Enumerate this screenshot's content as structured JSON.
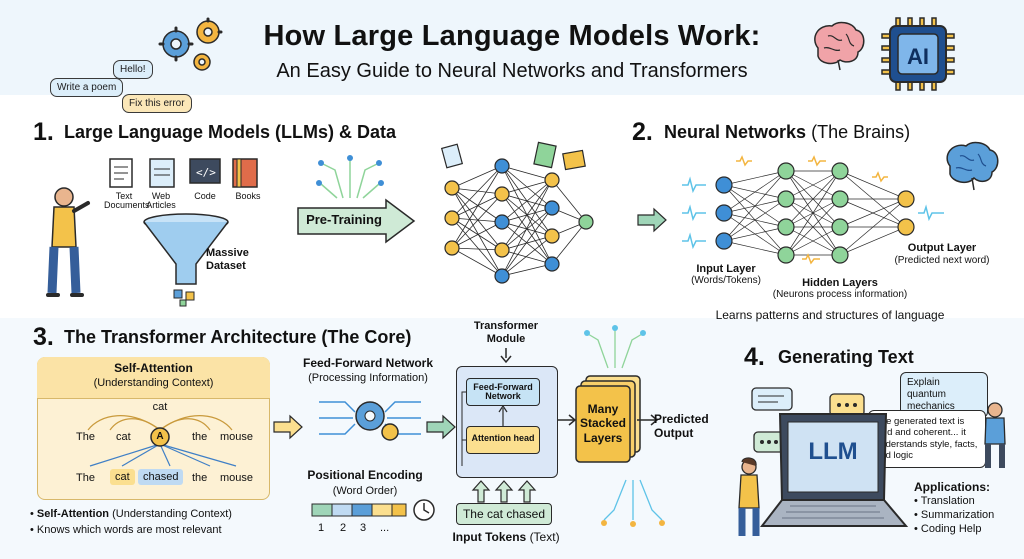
{
  "header": {
    "title": "How Large Language Models Work:",
    "subtitle": "An Easy Guide to Neural Networks and Transformers",
    "bubbles": [
      "Hello!",
      "Write a poem",
      "Fix this error"
    ],
    "chip_label": "AI"
  },
  "section1": {
    "number": "1.",
    "title": "Large Language Models (LLMs) & Data",
    "sources": [
      "Text Documents",
      "Web Articles",
      "Code",
      "Books"
    ],
    "dataset_label": "Massive Dataset",
    "pretraining_label": "Pre-Training"
  },
  "section2": {
    "number": "2.",
    "title_bold": "Neural Networks",
    "title_light": "(The Brains)",
    "input_layer": "Input Layer",
    "input_layer_sub": "(Words/Tokens)",
    "hidden_layers": "Hidden Layers",
    "hidden_layers_sub": "(Neurons process information)",
    "output_layer": "Output Layer",
    "output_layer_sub": "(Predicted next word)",
    "caption": "Learns patterns and structures of language"
  },
  "section3": {
    "number": "3.",
    "title": "The Transformer Architecture (The Core)",
    "self_attention_title": "Self-Attention",
    "self_attention_sub": "(Understanding Context)",
    "top_word": "cat",
    "row1": [
      "The",
      "cat",
      "the",
      "mouse"
    ],
    "attention_node": "A",
    "row2": [
      "The",
      "cat",
      "chased",
      "the",
      "mouse"
    ],
    "bullet1_bold": "Self-Attention",
    "bullet1_rest": "(Understanding Context)",
    "bullet2": "Knows which words are most relevant",
    "ffn_title": "Feed-Forward Network",
    "ffn_sub": "(Processing Information)",
    "pos_title": "Positional Encoding",
    "pos_sub": "(Word Order)",
    "pos_ticks": [
      "1",
      "2",
      "3",
      "..."
    ],
    "module_title": "Transformer Module",
    "module_ffn": "Feed-Forward Network",
    "module_attention": "Attention head",
    "input_tokens_box": "The cat chased",
    "input_tokens_label": "Input Tokens",
    "input_tokens_sub": "(Text)",
    "stacked_label": "Many Stacked Layers",
    "predicted_label": "Predicted Output"
  },
  "section4": {
    "number": "4.",
    "title": "Generating Text",
    "bubble_prompt": "Explain quantum mechanics",
    "bubble_answer": "The generated text is fluid and coherent... it understands style, facts, and logic",
    "laptop_label": "LLM",
    "applications_title": "Applications:",
    "applications": [
      "Translation",
      "Summarization",
      "Coding Help"
    ]
  },
  "colors": {
    "node_blue": "#3f8fd6",
    "node_yellow": "#f3c24a",
    "node_green": "#8fd49a",
    "arrow_green": "#9fd5b8",
    "panel_cream": "#fdf1d4",
    "module_blue": "#dbe7f7"
  }
}
